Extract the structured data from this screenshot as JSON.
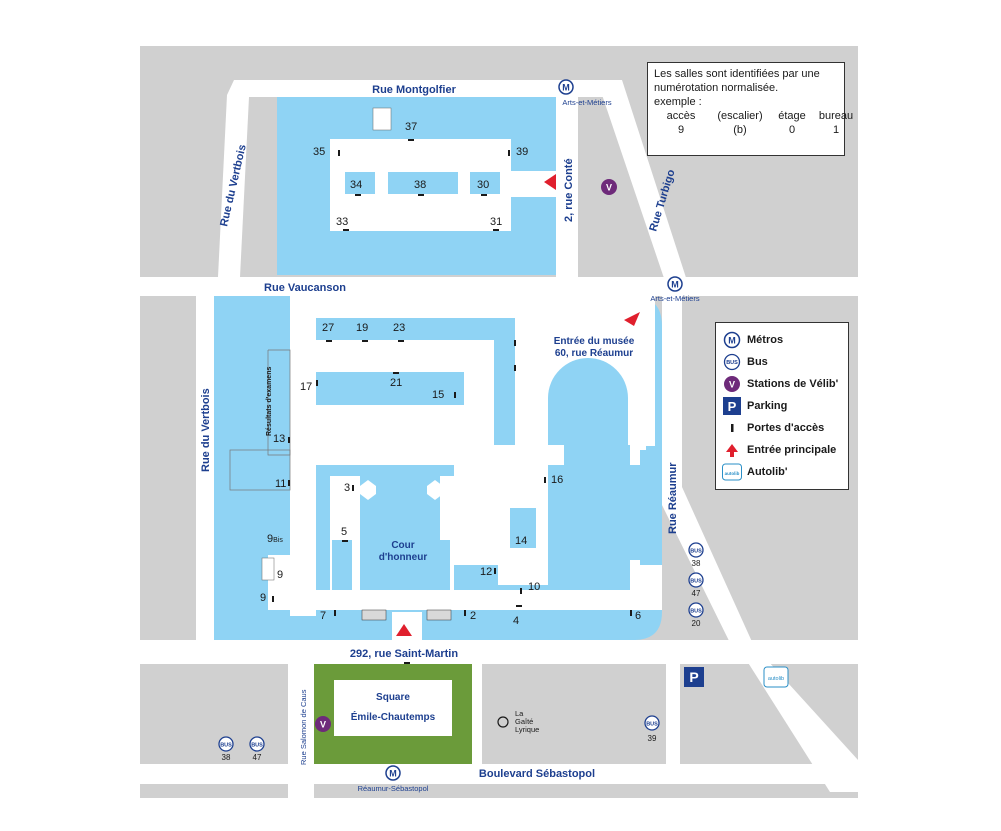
{
  "info": {
    "line1": "Les salles sont identifiées par une",
    "line2": "numérotation normalisée.",
    "line3": "exemple :",
    "headers": [
      "accès",
      "(escalier)",
      "étage",
      "bureau"
    ],
    "values": [
      "9",
      "(b)",
      "0",
      "1"
    ]
  },
  "legend": {
    "metro": "Métros",
    "bus": "Bus",
    "velib": "Stations de Vélib'",
    "parking": "Parking",
    "doors": "Portes d'accès",
    "entrance": "Entrée principale",
    "autolib": "Autolib'"
  },
  "streets": {
    "montgolfier": "Rue Montgolfier",
    "vaucanson": "Rue Vaucanson",
    "vertbois_top": "Rue du Vertbois",
    "vertbois_left": "Rue du Vertbois",
    "turbigo": "Rue Turbigo",
    "conte": "2, rue Conté",
    "reaumur": "Rue Réaumur",
    "saint_martin": "292, rue Saint-Martin",
    "salomon": "Rue Salomon de Caus",
    "sebastopol": "Boulevard Sébastopol"
  },
  "metro_stations": {
    "arts1": "Arts-et-Métiers",
    "arts2": "Arts-et-Métiers",
    "reaumur": "Réaumur-Sébastopol"
  },
  "places": {
    "musee_l1": "Entrée du musée",
    "musee_l2": "60, rue Réaumur",
    "cour_l1": "Cour",
    "cour_l2": "d'honneur",
    "square_l1": "Square",
    "square_l2": "Émile-Chautemps",
    "resultats": "Résultats d'examens",
    "gaite_l1": "La",
    "gaite_l2": "Gaîté",
    "gaite_l3": "Lyrique"
  },
  "icons": {
    "metro": "M",
    "bus": "BUS",
    "velib": "V",
    "parking": "P",
    "autolib": "autolib"
  },
  "rooms": {
    "r37": "37",
    "r35": "35",
    "r39": "39",
    "r34": "34",
    "r38": "38",
    "r30": "30",
    "r33": "33",
    "r31": "31",
    "r27": "27",
    "r19": "19",
    "r23": "23",
    "r17": "17",
    "r21": "21",
    "r15": "15",
    "r13": "13",
    "r11": "11",
    "r3": "3",
    "r5": "5",
    "r9bis": "9",
    "r9bis_sup": "Bis",
    "r9a": "9",
    "r9b": "9",
    "r7": "7",
    "r2": "2",
    "r4": "4",
    "r12": "12",
    "r10": "10",
    "r14": "14",
    "r16": "16",
    "r6": "6"
  },
  "bus_lines": {
    "b38r": "38",
    "b47r": "47",
    "b20r": "20",
    "b38l": "38",
    "b47l": "47",
    "b39": "39"
  },
  "colors": {
    "building": "#8fd3f4",
    "street": "#d0d0d0",
    "street_label": "#1d3f8f",
    "square": "#6b9b3a",
    "entrance": "#e01f2d",
    "velib": "#6e2a7a"
  }
}
